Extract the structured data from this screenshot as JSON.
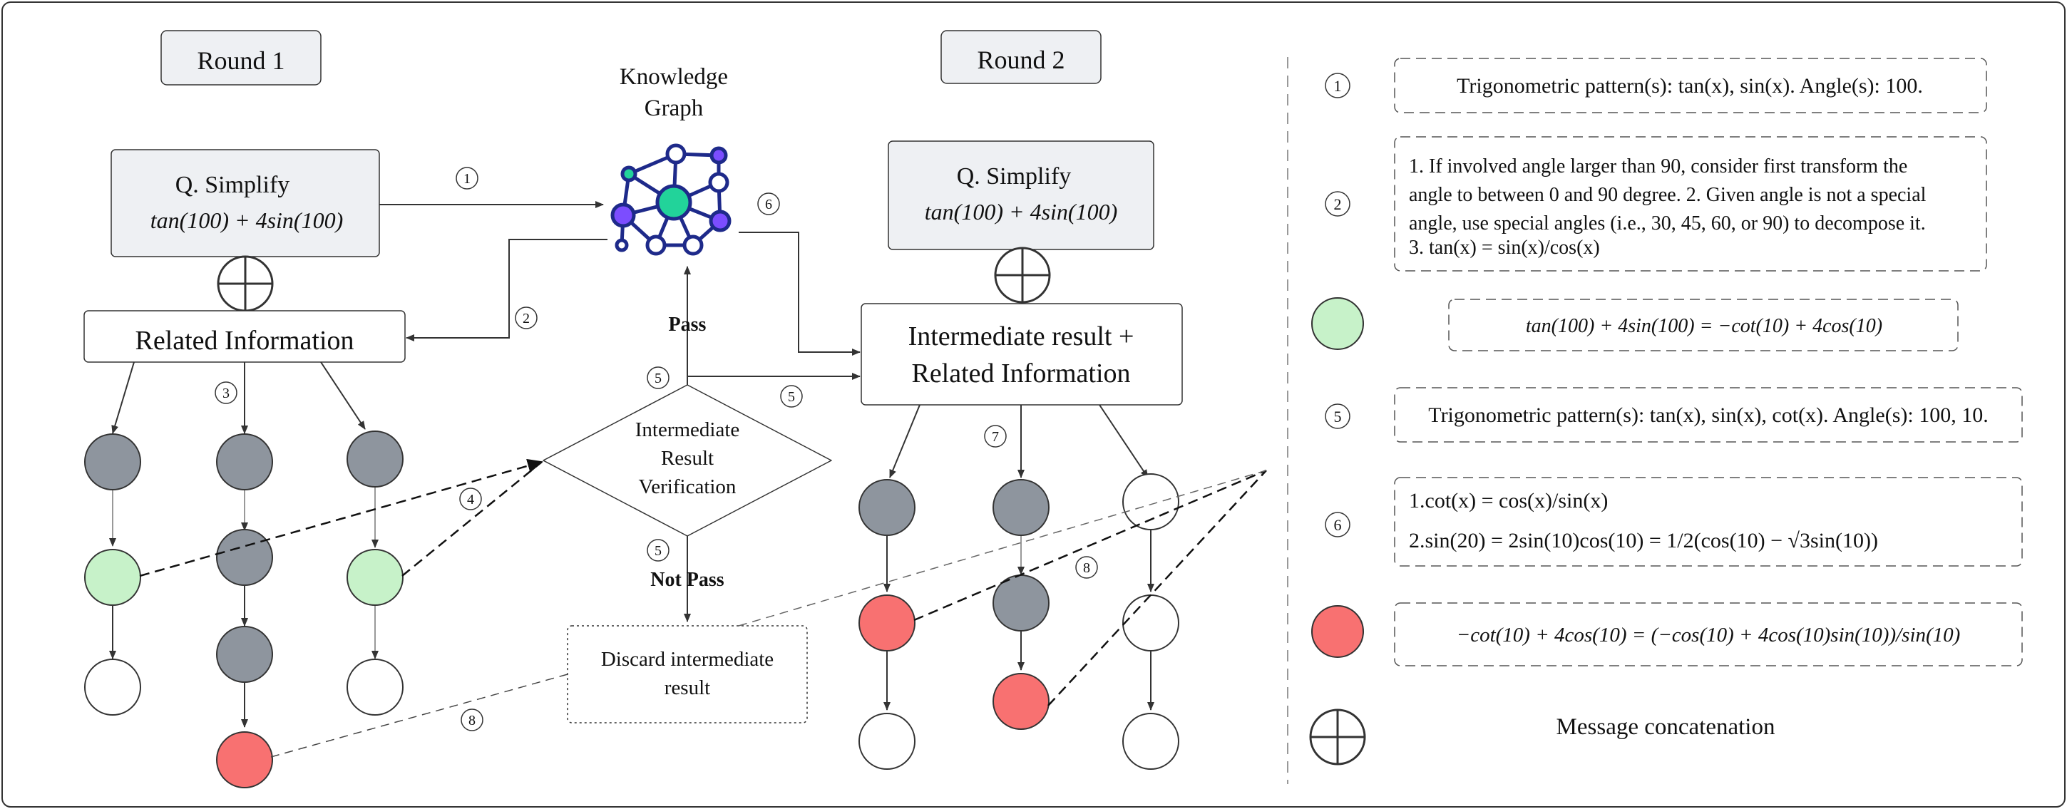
{
  "colors": {
    "gray_node": "#8E959E",
    "green_node": "#C7F2C9",
    "red_node": "#F87171",
    "white_node": "#FFFFFF",
    "box_fill": "#EEF0F3",
    "kg_primary": "#1E2A8A",
    "kg_green": "#22D39A",
    "kg_purple": "#7C4DFF"
  },
  "round1": {
    "label": "Round 1",
    "question": {
      "prefix": "Q. Simplify",
      "expr": "tan(100) + 4sin(100)"
    },
    "related": "Related Information"
  },
  "round2": {
    "label": "Round 2",
    "question": {
      "prefix": "Q. Simplify",
      "expr": "tan(100) + 4sin(100)"
    },
    "related_line1": "Intermediate result +",
    "related_line2": "Related Information"
  },
  "knowledge_graph": {
    "line1": "Knowledge",
    "line2": "Graph",
    "icon": "network-graph-icon"
  },
  "verification": {
    "line1": "Intermediate",
    "line2": "Result",
    "line3": "Verification"
  },
  "pass_label": "Pass",
  "not_pass_label": "Not Pass",
  "discard": {
    "line1": "Discard  intermediate",
    "line2": "result"
  },
  "step_labels": {
    "s1": "1",
    "s2": "2",
    "s3": "3",
    "s4": "4",
    "s5": "5",
    "s6": "6",
    "s7": "7",
    "s8": "8"
  },
  "legend": {
    "items": [
      {
        "marker": "1",
        "text": "Trigonometric pattern(s): tan(x), sin(x). Angle(s): 100."
      },
      {
        "marker": "2",
        "lines": [
          "1. If involved angle larger than 90, consider first transform the",
          "angle to between 0 and 90 degree. 2. Given angle is not a special",
          "angle, use special angles (i.e., 30, 45, 60, or 90) to decompose it.",
          "3. tan(x) = sin(x)/cos(x)"
        ]
      },
      {
        "marker": "green-node",
        "text": "tan(100) + 4sin(100) = −cot(10) + 4cos(10)"
      },
      {
        "marker": "5",
        "text": "Trigonometric pattern(s): tan(x), sin(x), cot(x). Angle(s): 100, 10."
      },
      {
        "marker": "6",
        "lines": [
          "1.cot(x) = cos(x)/sin(x)",
          "2.sin(20) = 2sin(10)cos(10) = 1/2(cos(10) − √3sin(10))"
        ]
      },
      {
        "marker": "red-node",
        "text": "−cot(10) + 4cos(10) = (−cos(10) + 4cos(10)sin(10))/sin(10)"
      },
      {
        "marker": "concat-symbol",
        "text": "Message concatenation"
      }
    ]
  }
}
